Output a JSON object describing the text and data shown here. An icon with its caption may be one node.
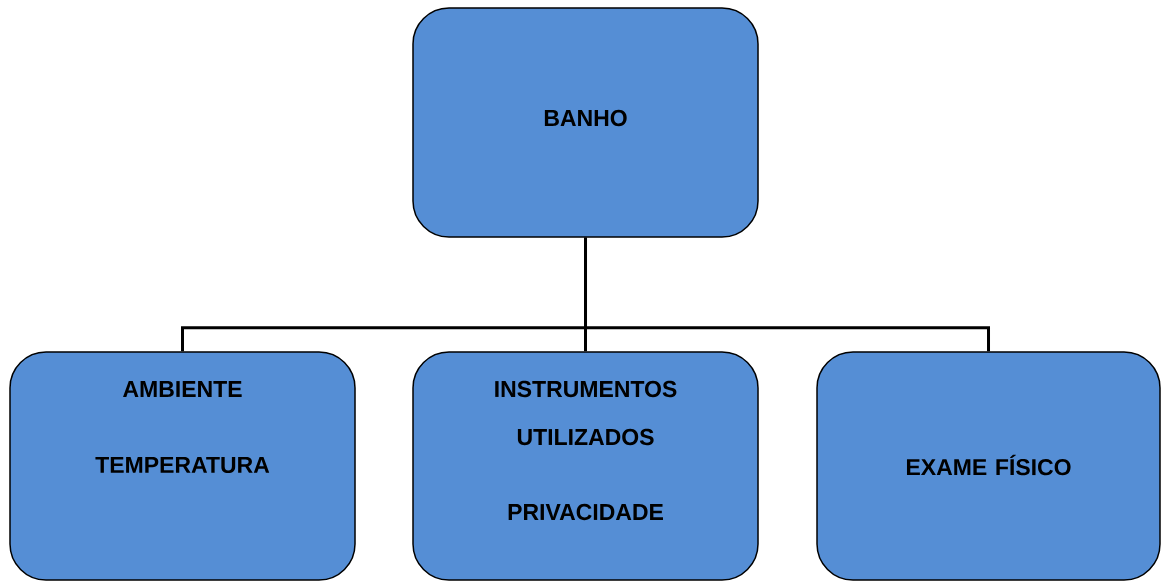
{
  "diagram": {
    "nodes": [
      {
        "text": [
          "BANHO"
        ]
      },
      {
        "text": [
          "AMBIENTE",
          "TEMPERATURA"
        ]
      },
      {
        "text": [
          "INSTRUMENTOS UTILIZADOS",
          "PRIVACIDADE"
        ]
      },
      {
        "text": [
          "EXAME FÍSICO"
        ]
      }
    ],
    "edges": [
      {
        "from": 0,
        "to": 1,
        "arrow": "none"
      },
      {
        "from": 0,
        "to": 2,
        "arrow": "none"
      },
      {
        "from": 0,
        "to": 3,
        "arrow": "none"
      }
    ]
  }
}
